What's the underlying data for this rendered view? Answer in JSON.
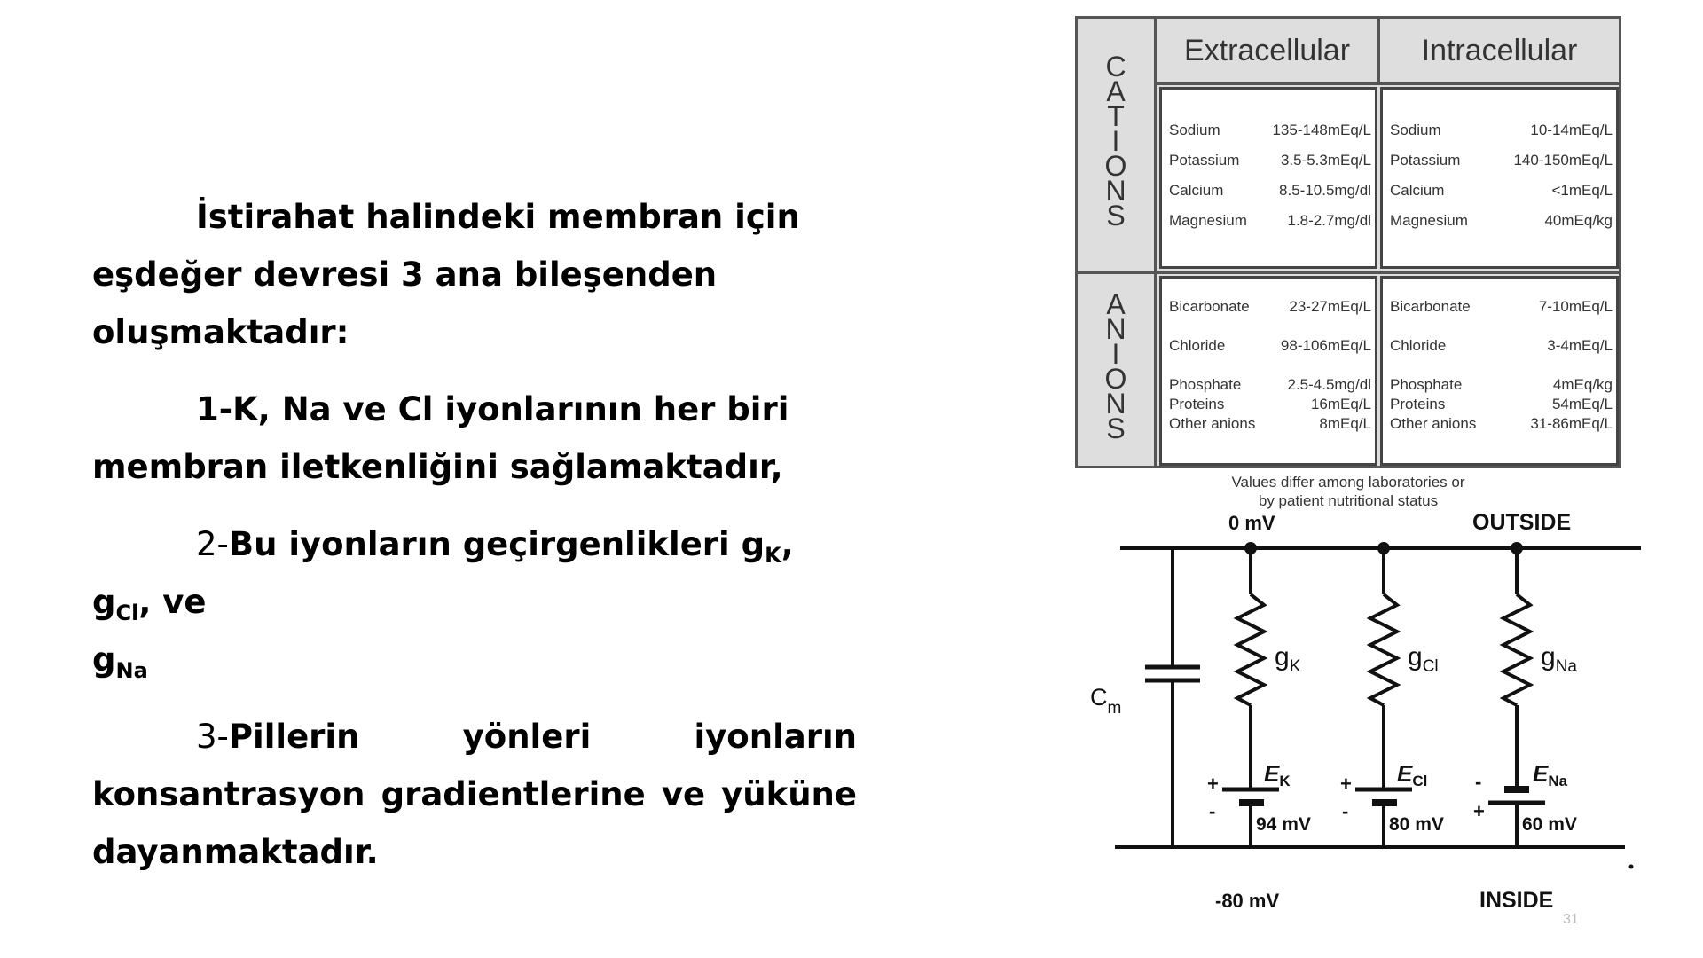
{
  "text": {
    "para1_a": "İstirahat halindeki membran için",
    "para1_b": "eşdeğer devresi 3 ana bileşenden",
    "para1_c": "oluşmaktadır:",
    "item1_a": "1-K, Na ve Cl iyonlarının her biri",
    "item1_b": "membran iletkenliğini sağlamaktadır,",
    "item2_num": "2-",
    "item2_text": "Bu iyonların geçirgenlikleri",
    "g_letter": "g",
    "gk_sub": "K",
    "gcl_sub": "Cl",
    "item2_ve": ", ve",
    "gna_sub": "Na",
    "item3_num": "3-",
    "item3_a": "Pillerin yönleri iyonların",
    "item3_b": "konsantrasyon gradientlerine ve yüküne",
    "item3_c": "dayanmaktadır."
  },
  "ion_table": {
    "col_extra": "Extracellular",
    "col_intra": "Intracellular",
    "row_cations": [
      "C",
      "A",
      "T",
      "I",
      "O",
      "N",
      "S"
    ],
    "row_anions": [
      "A",
      "N",
      "I",
      "O",
      "N",
      "S"
    ],
    "cations_extra": [
      {
        "name": "Sodium",
        "value": "135-148mEq/L"
      },
      {
        "name": "Potassium",
        "value": "3.5-5.3mEq/L"
      },
      {
        "name": "Calcium",
        "value": "8.5-10.5mg/dl"
      },
      {
        "name": "Magnesium",
        "value": "1.8-2.7mg/dl"
      }
    ],
    "cations_intra": [
      {
        "name": "Sodium",
        "value": "10-14mEq/L"
      },
      {
        "name": "Potassium",
        "value": "140-150mEq/L"
      },
      {
        "name": "Calcium",
        "value": "<1mEq/L"
      },
      {
        "name": "Magnesium",
        "value": "40mEq/kg"
      }
    ],
    "anions_extra": [
      {
        "name": "Bicarbonate",
        "value": "23-27mEq/L"
      },
      {
        "name": "Chloride",
        "value": "98-106mEq/L"
      },
      {
        "name": "Phosphate",
        "value": "2.5-4.5mg/dl"
      },
      {
        "name": "Proteins",
        "value": "16mEq/L"
      },
      {
        "name": "Other anions",
        "value": "8mEq/L"
      }
    ],
    "anions_intra": [
      {
        "name": "Bicarbonate",
        "value": "7-10mEq/L"
      },
      {
        "name": "Chloride",
        "value": "3-4mEq/L"
      },
      {
        "name": "Phosphate",
        "value": "4mEq/kg"
      },
      {
        "name": "Proteins",
        "value": "54mEq/L"
      },
      {
        "name": "Other anions",
        "value": "31-86mEq/L"
      }
    ],
    "note_1": "Values differ among laboratories or",
    "note_2": "by patient nutritional status"
  },
  "circuit": {
    "top_voltage": "0 mV",
    "outside": "OUTSIDE",
    "bottom_voltage": "-80 mV",
    "inside": "INSIDE",
    "cm_letter": "C",
    "cm_sub": "m",
    "g_letter": "g",
    "gk_sub": "K",
    "gcl_sub": "Cl",
    "gna_sub": "Na",
    "e_letter": "E",
    "ek_sub": "K",
    "ecl_sub": "Cl",
    "ena_sub": "Na",
    "ek_mv": "94 mV",
    "ecl_mv": "80 mV",
    "ena_mv": "60 mV",
    "plus": "+",
    "minus": "-"
  },
  "page_number": "31"
}
